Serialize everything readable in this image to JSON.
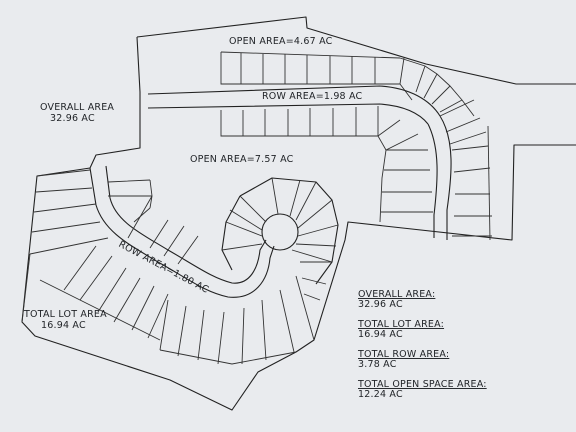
{
  "labels": {
    "overall_area_title": "OVERALL AREA",
    "overall_area_value": "32.96 AC",
    "open_area_top": "OPEN AREA=4.67 AC",
    "row_area_top": "ROW AREA=1.98 AC",
    "open_area_mid": "OPEN AREA=7.57 AC",
    "row_area_bottom": "ROW AREA=1.80 AC",
    "total_lot_title": "TOTAL LOT AREA",
    "total_lot_value": "16.94 AC"
  },
  "summary": {
    "overall_label": "OVERALL AREA:",
    "overall_value": "32.96 AC",
    "lot_label": "TOTAL LOT AREA:",
    "lot_value": "16.94 AC",
    "row_label": "TOTAL ROW AREA:",
    "row_value": "3.78 AC",
    "open_label": "TOTAL OPEN SPACE AREA:",
    "open_value": "12.24 AC"
  }
}
